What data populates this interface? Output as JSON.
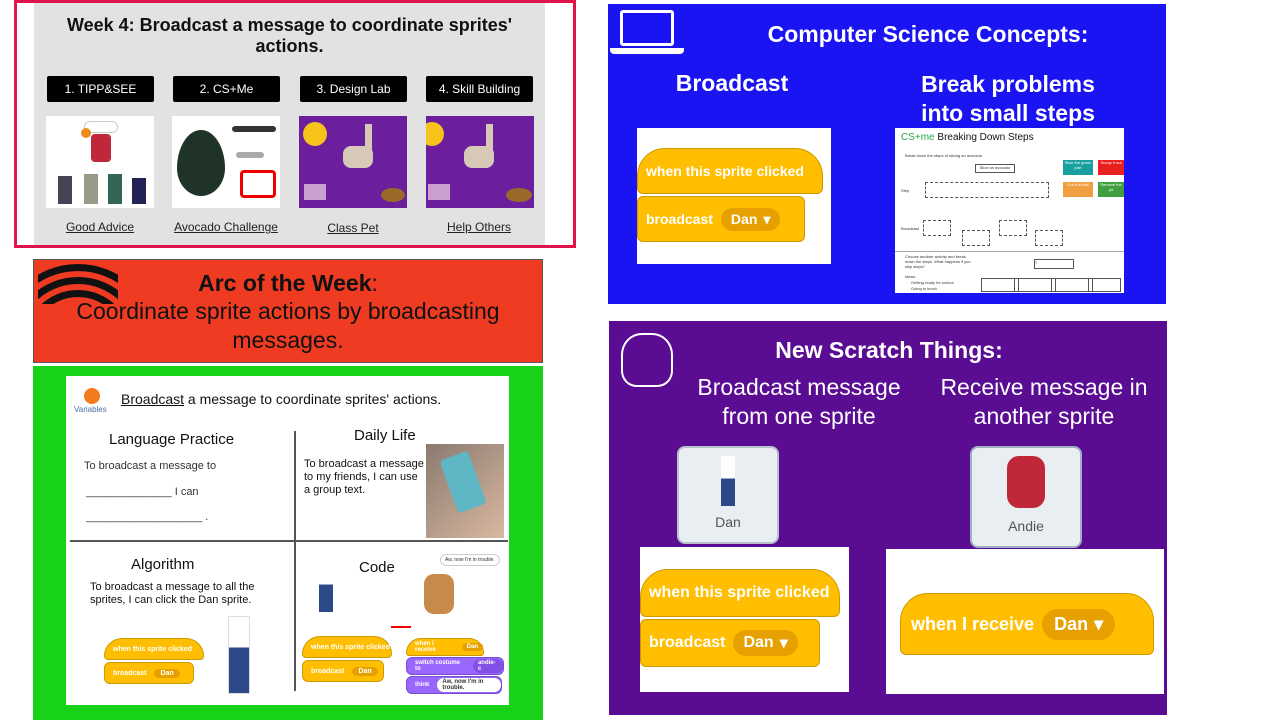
{
  "week": {
    "title": "Week 4: Broadcast a message to coordinate sprites' actions.",
    "buttons": [
      "1. TIPP&SEE",
      "2. CS+Me",
      "3. Design Lab",
      "4. Skill Building"
    ],
    "links": [
      "Good Advice",
      "Avocado Challenge",
      "Class Pet",
      "Help Others"
    ]
  },
  "arc": {
    "title": "Arc of the Week",
    "colon": ":",
    "desc": "Coordinate sprite actions by broadcasting messages."
  },
  "sheet": {
    "category": "Variables",
    "title_word": "Broadcast",
    "title_rest": " a message to coordinate sprites' actions.",
    "lang_title": "Language Practice",
    "lang_text": "To broadcast a message to",
    "lang_blank1": "______________ I can",
    "lang_blank2": "___________________ .",
    "daily_title": "Daily Life",
    "daily_text": "To broadcast a message to my friends, I can use a group text.",
    "algo_title": "Algorithm",
    "algo_text": "To broadcast a message to all the sprites, I can click the Dan sprite.",
    "code_title": "Code",
    "speech": "Aw, now I'm in trouble.",
    "blocks": {
      "clicked": "when this sprite clicked",
      "broadcast": "broadcast",
      "dan": "Dan",
      "receive": "when I receive",
      "switch": "switch costume to",
      "costume": "andie-c",
      "think": "think"
    }
  },
  "cs": {
    "title": "Computer Science Concepts:",
    "left": "Broadcast",
    "right": "Break problems into small steps",
    "diagram": {
      "brand": "CS+me",
      "title": "Breaking Down Steps",
      "intro": "Break down the steps of slicing an avocado",
      "root": "Slice an avocado",
      "step": "Step",
      "broadcast": "Broadcast",
      "cards": [
        "Slice the green part",
        "Scoop it out",
        "Cut it in half",
        "Remove the pit"
      ],
      "prompt": "Choose another activity and break down the steps. What happens if you skip steps?",
      "ideas": "Ideas:",
      "idea_items": [
        "Getting ready for school",
        "Going to lunch"
      ],
      "q": "?"
    }
  },
  "scratch": {
    "title": "New Scratch Things:",
    "left": "Broadcast message from one sprite",
    "right": "Receive message in another sprite",
    "sprite1": "Dan",
    "sprite2": "Andie",
    "clicked": "when this sprite clicked",
    "broadcast": "broadcast",
    "receive": "when I receive",
    "msg": "Dan",
    "caret": "▾"
  }
}
